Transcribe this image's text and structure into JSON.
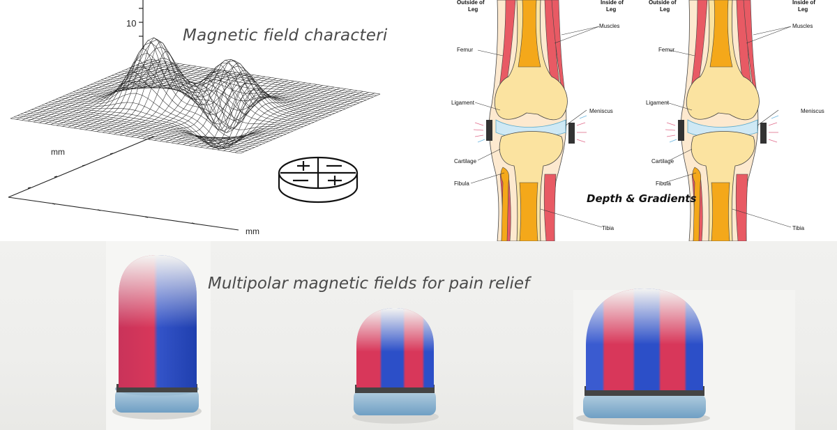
{
  "plot": {
    "title": "Magnetic field characteristics",
    "z_tick": "10",
    "axis_label_left": "mm",
    "axis_label_bottom": "mm"
  },
  "knee": {
    "caption": "Depth & Gradients",
    "labels": {
      "outside_line1": "Outside of",
      "outside_line2": "Leg",
      "inside_line1": "Inside of",
      "inside_line2": "Leg",
      "muscles": "Muscles",
      "femur": "Femur",
      "ligament": "Ligament",
      "meniscus": "Meniscus",
      "cartilage": "Cartilage",
      "fibula": "Fibula",
      "tibia": "Tibia"
    }
  },
  "magnets": {
    "caption": "Multipolar magnetic fields for pain relief"
  },
  "colors": {
    "bone": "#f4a81a",
    "bone_light": "#fbe3a0",
    "muscle": "#e85a64",
    "magnet_red": "#d8375a",
    "magnet_blue": "#2c4fc8",
    "base_blue": "#8fb7d6"
  }
}
